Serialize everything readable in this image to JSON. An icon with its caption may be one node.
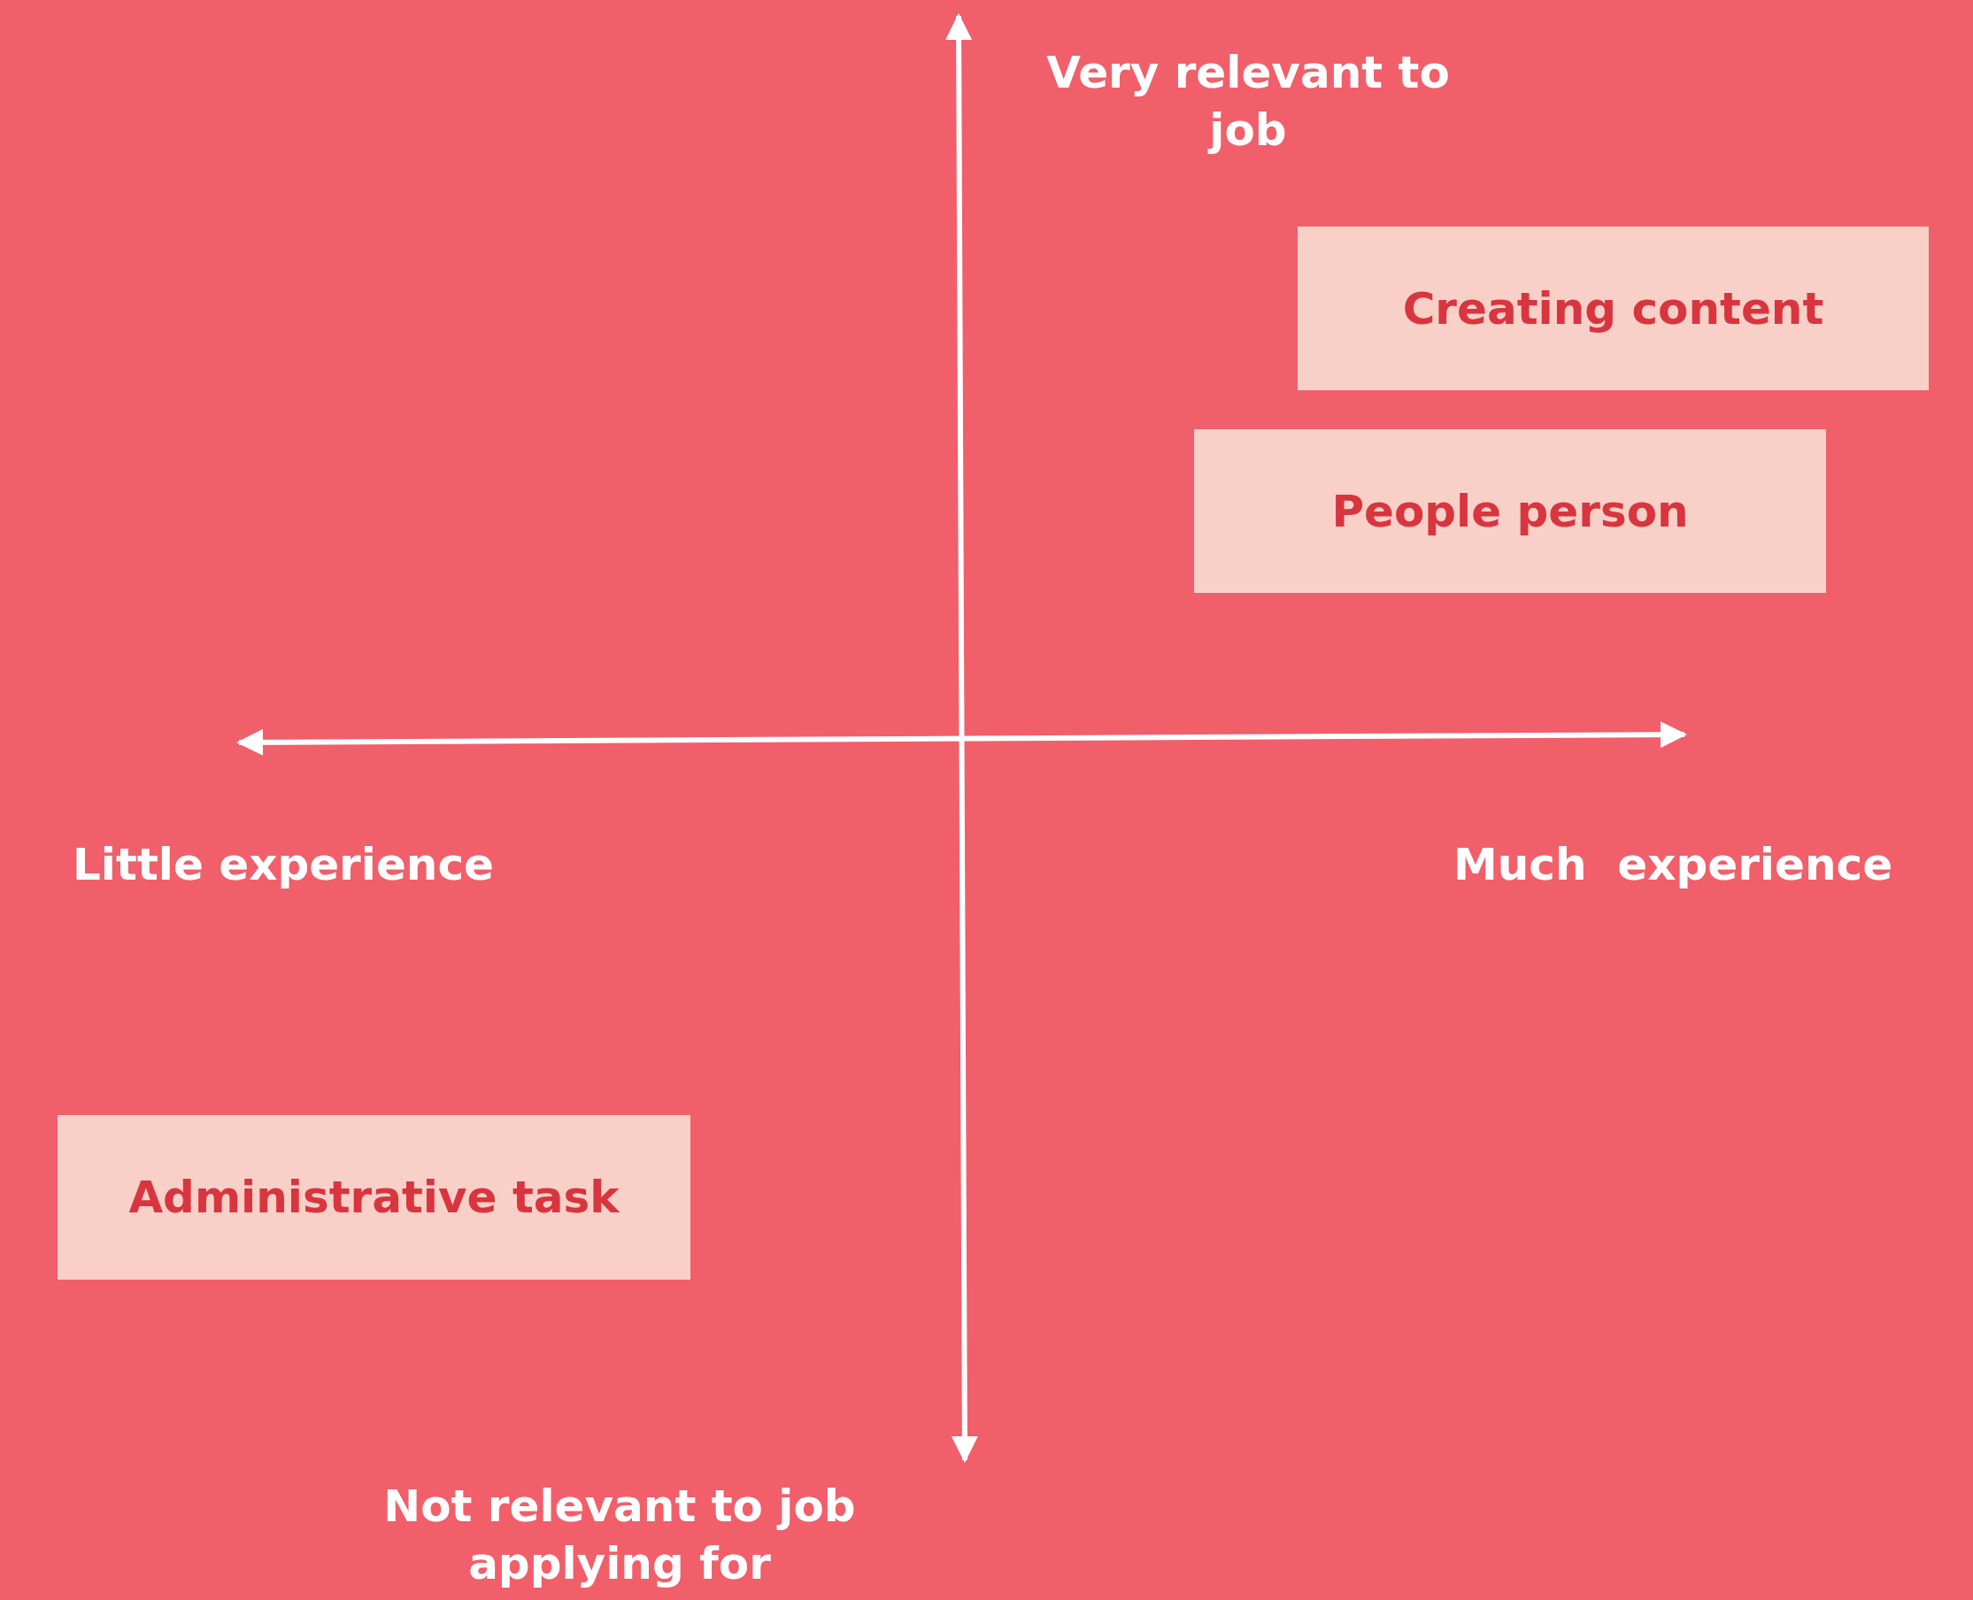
{
  "diagram": {
    "nodes": [
      {
        "text": [
          "Creating content"
        ]
      },
      {
        "text": [
          "People person"
        ]
      },
      {
        "text": [
          "Administrative task"
        ]
      }
    ],
    "labels": [
      "Very relevant to job",
      "Little experience",
      "Much  experience",
      "Not relevant to job applying for"
    ]
  }
}
